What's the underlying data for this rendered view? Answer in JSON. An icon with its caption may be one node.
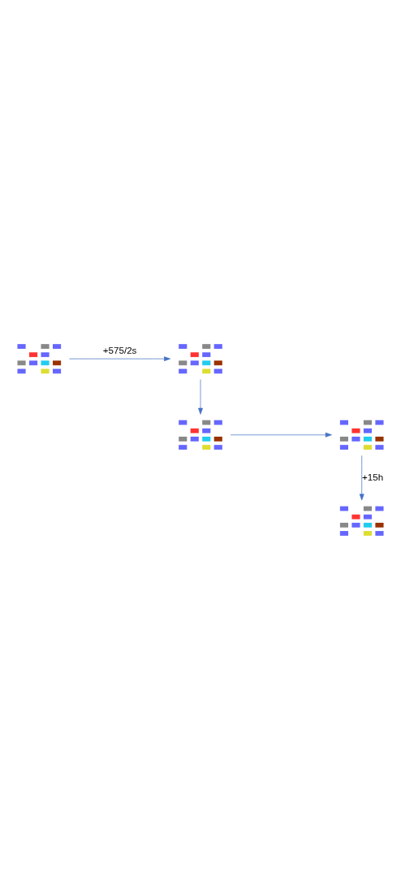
{
  "diagram": {
    "nodes": [
      {
        "text": [],
        "shape": "picture"
      },
      {
        "text": [],
        "shape": "picture"
      },
      {
        "text": [],
        "shape": "picture"
      },
      {
        "text": [],
        "shape": "picture"
      },
      {
        "text": [],
        "shape": "picture"
      }
    ],
    "edges": [
      {
        "from": 0,
        "to": 1,
        "arrow": "to",
        "label": "+575/2s"
      },
      {
        "from": 1,
        "to": 2,
        "arrow": "to"
      },
      {
        "from": 2,
        "to": 3,
        "arrow": "to"
      },
      {
        "from": 3,
        "to": 4,
        "arrow": "to",
        "label": "+15h"
      }
    ]
  }
}
